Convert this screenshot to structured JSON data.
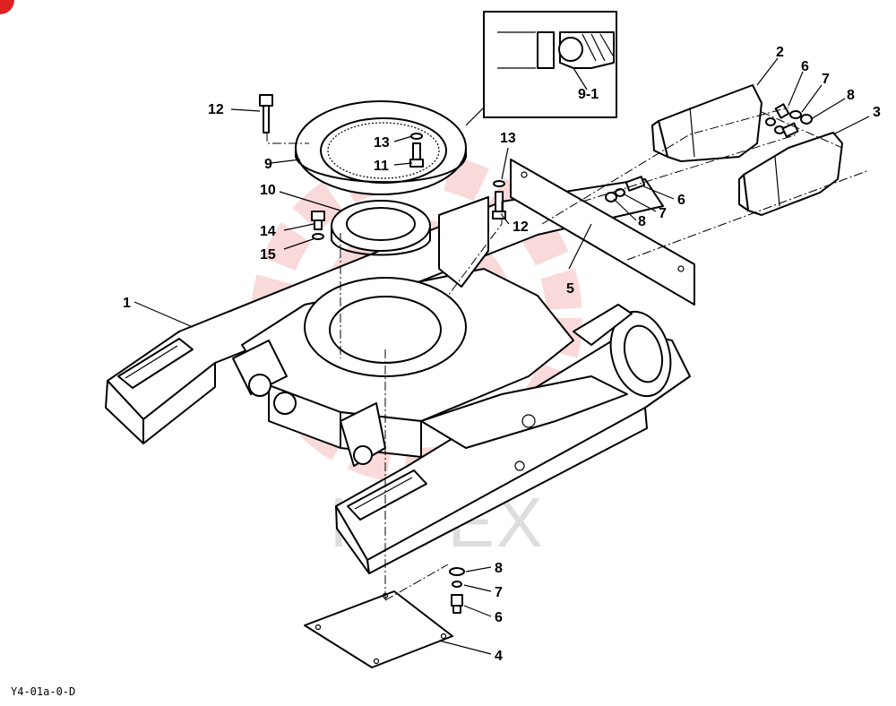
{
  "diagram": {
    "drawing_code": "Y4-01a-0-D",
    "watermark": "HITEX",
    "callouts": [
      {
        "id": "c1",
        "text": "1"
      },
      {
        "id": "c2",
        "text": "2"
      },
      {
        "id": "c3",
        "text": "3"
      },
      {
        "id": "c4",
        "text": "4"
      },
      {
        "id": "c5",
        "text": "5"
      },
      {
        "id": "c6a",
        "text": "6"
      },
      {
        "id": "c6b",
        "text": "6"
      },
      {
        "id": "c6c",
        "text": "6"
      },
      {
        "id": "c7a",
        "text": "7"
      },
      {
        "id": "c7b",
        "text": "7"
      },
      {
        "id": "c7c",
        "text": "7"
      },
      {
        "id": "c8a",
        "text": "8"
      },
      {
        "id": "c8b",
        "text": "8"
      },
      {
        "id": "c8c",
        "text": "8"
      },
      {
        "id": "c9",
        "text": "9"
      },
      {
        "id": "c9-1",
        "text": "9-1"
      },
      {
        "id": "c10",
        "text": "10"
      },
      {
        "id": "c11",
        "text": "11"
      },
      {
        "id": "c12a",
        "text": "12"
      },
      {
        "id": "c12b",
        "text": "12"
      },
      {
        "id": "c13a",
        "text": "13"
      },
      {
        "id": "c13b",
        "text": "13"
      },
      {
        "id": "c14",
        "text": "14"
      },
      {
        "id": "c15",
        "text": "15"
      }
    ],
    "colors": {
      "ink": "#000000",
      "watermark_red": "#e85555",
      "watermark_gray": "#c8c8c8",
      "corner_mark": "#e02020"
    }
  }
}
